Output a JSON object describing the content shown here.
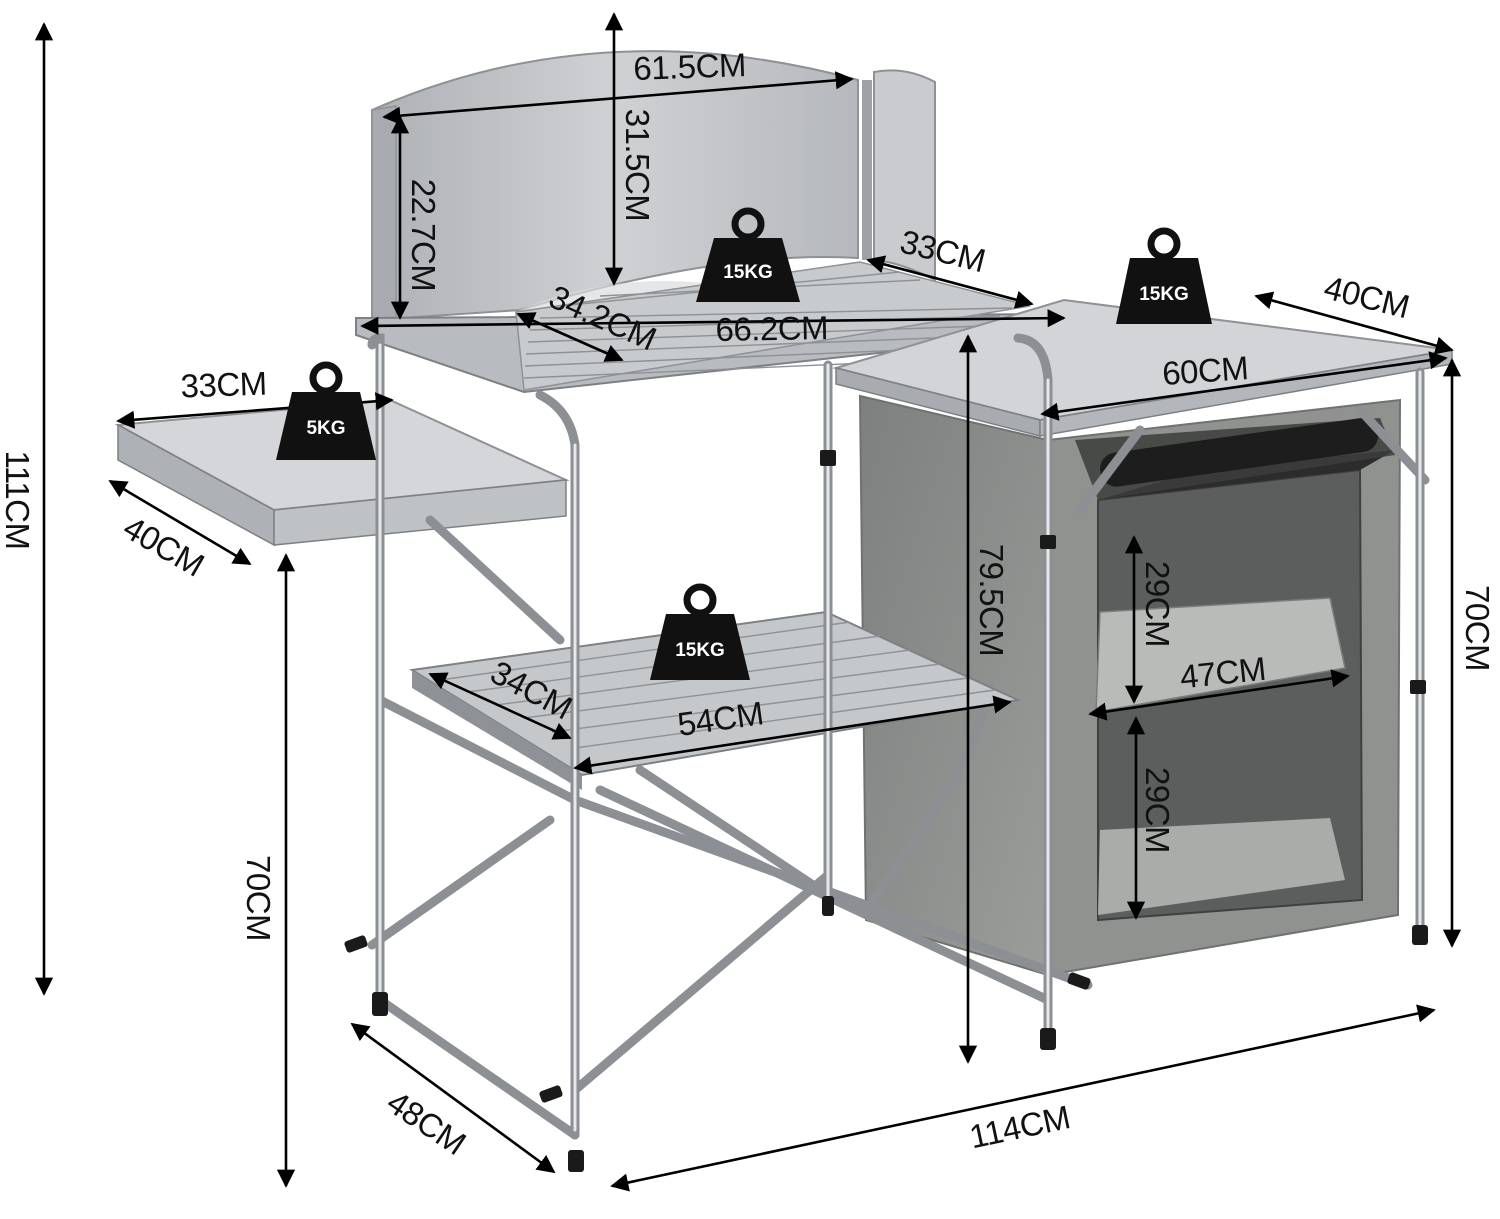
{
  "dimensions": {
    "total_height": "111CM",
    "windscreen_width": "61.5CM",
    "windscreen_height_center": "31.5CM",
    "windscreen_height_side": "22.7CM",
    "side_wing_width": "33CM",
    "grill_table_depth": "34.2CM",
    "grill_table_width": "66.2CM",
    "side_table_width": "33CM",
    "side_table_depth": "40CM",
    "side_table_height": "70CM",
    "lower_shelf_depth": "34CM",
    "lower_shelf_width": "54CM",
    "cabinet_height_total": "79.5CM",
    "cabinet_top_depth": "40CM",
    "cabinet_top_width": "60CM",
    "cabinet_shelf_gap_upper": "29CM",
    "cabinet_shelf_width": "47CM",
    "cabinet_shelf_gap_lower": "29CM",
    "cabinet_table_height": "70CM",
    "frame_depth": "48CM",
    "total_width": "114CM"
  },
  "weights": {
    "grill_table": "15KG",
    "cabinet_top": "15KG",
    "side_table": "5KG",
    "lower_shelf": "15KG"
  },
  "colors": {
    "weight_icon": "#111111",
    "aluminum": "#b9bcc0",
    "cabinet_fabric": "#8a8d8a",
    "windscreen": "#c4c6c9"
  }
}
